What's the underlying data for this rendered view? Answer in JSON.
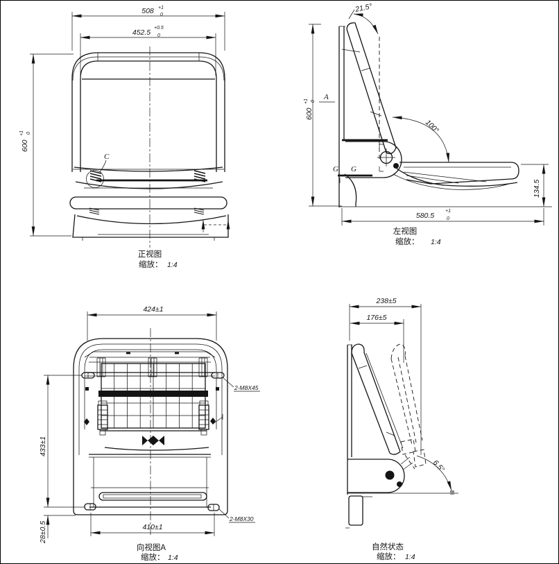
{
  "drawing": {
    "views": {
      "front": {
        "label": "正视图",
        "scale_prefix": "缩放：",
        "scale": "1:4",
        "detail_marker": "C",
        "dims": {
          "overall_width": {
            "value": "508",
            "tol_up": "+1",
            "tol_dn": "0"
          },
          "inner_width": {
            "value": "452.5",
            "tol_up": "+0.5",
            "tol_dn": "0"
          },
          "overall_height": {
            "value": "600",
            "tol_up": "+1",
            "tol_dn": "0"
          }
        }
      },
      "left": {
        "label": "左视图",
        "scale_prefix": "缩放：",
        "scale": "1:4",
        "view_arrow": "A",
        "section_g_left": "G",
        "section_g_right": "G",
        "dims": {
          "backrest_angle": {
            "value": "21.5°"
          },
          "overall_height": {
            "value": "600",
            "tol_up": "+1",
            "tol_dn": "0"
          },
          "open_angle": {
            "value": "100°"
          },
          "overall_depth": {
            "value": "580.5",
            "tol_up": "+1",
            "tol_dn": "0"
          },
          "seat_front_height": {
            "value": "134.5"
          }
        }
      },
      "rear": {
        "label": "向视图A",
        "scale_prefix": "缩放：",
        "scale": "1:4",
        "dims": {
          "top_width": {
            "value": "424±1"
          },
          "mount_span_height": {
            "value": "433±1"
          },
          "bottom_offset": {
            "value": "28±0.5"
          },
          "bottom_width": {
            "value": "410±1"
          },
          "upper_bolts": {
            "value": "2-M8X45"
          },
          "lower_bolts": {
            "value": "2-M8X30"
          }
        }
      },
      "natural": {
        "label": "自然状态",
        "scale_prefix": "缩放：",
        "scale": "1:4",
        "dims": {
          "folded_depth": {
            "value": "238±5"
          },
          "folded_inner_depth": {
            "value": "176±5"
          },
          "fold_angle": {
            "value": "6.5°"
          }
        }
      }
    }
  }
}
